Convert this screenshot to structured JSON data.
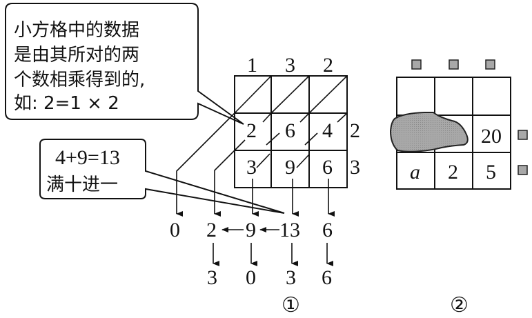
{
  "callout_rule": {
    "lines": [
      "小方格中的数据",
      "是由其所对的两",
      "个数相乘得到的,",
      "如: 2=1 × 2"
    ]
  },
  "callout_carry": {
    "lines": [
      "4+9=13",
      "满十进一"
    ]
  },
  "figure1": {
    "label": "①",
    "top_factors": [
      "1",
      "3",
      "2"
    ],
    "right_factors": [
      "2",
      "3"
    ],
    "cells": [
      [
        "2",
        "6",
        "4"
      ],
      [
        "3",
        "9",
        "6"
      ]
    ],
    "diagonal_sums": [
      "0",
      "2",
      "9",
      "13",
      "6"
    ],
    "result_digits": [
      "3",
      "0",
      "3",
      "6"
    ]
  },
  "figure2": {
    "label": "②",
    "cells": [
      [
        "",
        "",
        ""
      ],
      [
        "",
        "",
        "20"
      ],
      [
        "a",
        "2",
        "5"
      ]
    ],
    "hidden_region": "ink-blot covering row 2, columns 1–2",
    "unknown_marker_color": "#9a9a9a"
  }
}
